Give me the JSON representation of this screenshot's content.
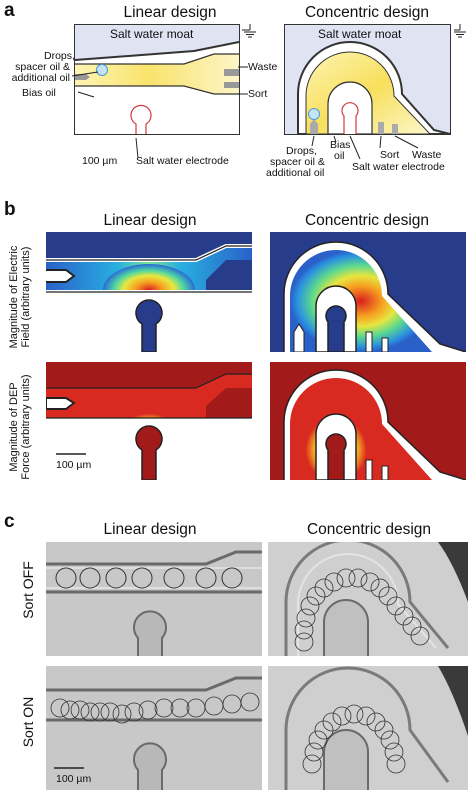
{
  "panels": {
    "a": {
      "label": "a",
      "linear_title": "Linear design",
      "concentric_title": "Concentric design",
      "salt_moat": "Salt water moat",
      "drops_line1": "Drops,",
      "drops_line2": "spacer oil &",
      "drops_line3": "additional oil",
      "bias_oil": "Bias oil",
      "waste": "Waste",
      "sort": "Sort",
      "scale": "100 µm",
      "electrode": "Salt water electrode",
      "c_drops_line1": "Drops,",
      "c_drops_line2": "spacer oil &",
      "c_drops_line3": "additional oil",
      "c_bias_line1": "Bias",
      "c_bias_line2": "oil",
      "c_sort": "Sort",
      "c_waste": "Waste",
      "c_electrode": "Salt water electrode"
    },
    "b": {
      "label": "b",
      "linear_title": "Linear design",
      "concentric_title": "Concentric design",
      "row1_line1": "Magnitude of Electric",
      "row1_line2": "Field (arbitrary units)",
      "row2_line1": "Magnitude of DEP",
      "row2_line2": "Force (arbitrary units)",
      "scale": "100 µm"
    },
    "c": {
      "label": "c",
      "linear_title": "Linear design",
      "concentric_title": "Concentric design",
      "row1": "Sort OFF",
      "row2": "Sort ON",
      "scale": "100 µm"
    }
  },
  "colors": {
    "moat": "#dfe3f2",
    "channel_yellow": "#fbe98a",
    "field_blue": "#283c8c",
    "force_red": "#a31a1a",
    "electrode_red": "#d33a3a"
  }
}
